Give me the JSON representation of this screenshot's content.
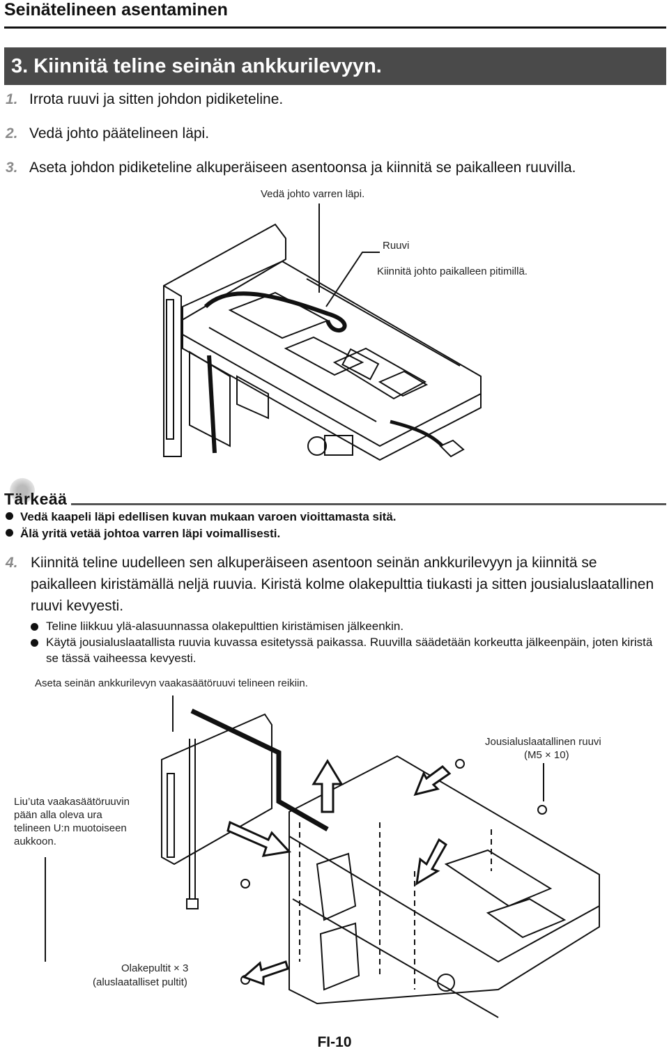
{
  "header": {
    "title": "Seinätelineen asentaminen"
  },
  "step3": {
    "title": "3. Kiinnitä teline seinän ankkurilevyyn.",
    "substeps": [
      {
        "num": "1.",
        "text": "Irrota ruuvi ja sitten johdon pidiketeline."
      },
      {
        "num": "2.",
        "text": "Vedä johto päätelineen läpi."
      },
      {
        "num": "3.",
        "text": "Aseta johdon pidiketeline alkuperäiseen asentoonsa ja kiinnitä se paikalleen ruuvilla."
      }
    ],
    "figure_labels": {
      "cable_through_arm": "Vedä johto varren läpi.",
      "screw": "Ruuvi",
      "fix_cable": "Kiinnitä johto paikalleen pitimillä."
    }
  },
  "important": {
    "heading": "Tärkeää",
    "items": [
      "Vedä kaapeli läpi edellisen kuvan mukaan varoen vioittamasta sitä.",
      "Älä yritä vetää johtoa varren läpi voimallisesti."
    ]
  },
  "step4": {
    "num": "4.",
    "text": "Kiinnitä teline uudelleen sen alkuperäiseen asentoon seinän ankkurilevyyn ja kiinnitä se paikalleen kiristämällä neljä ruuvia. Kiristä kolme olakepulttia tiukasti ja sitten jousialuslaatallinen ruuvi kevyesti.",
    "bullets": [
      "Teline liikkuu ylä-alasuunnassa olakepulttien kiristämisen jälkeenkin.",
      "Käytä jousialuslaatallista ruuvia kuvassa esitetyssä paikassa. Ruuvilla säädetään korkeutta jälkeenpäin, joten kiristä se tässä vaiheessa kevyesti."
    ],
    "figure_labels": {
      "leveling_screw": "Aseta seinän ankkurilevyn vaakasäätöruuvi telineen reikiin.",
      "spring_washer_screw_1": "Jousialuslaatallinen ruuvi",
      "spring_washer_screw_2": "(M5 × 10)",
      "slide_groove": [
        "Liu’uta vaakasäätöruuvin",
        "pään alla oleva ura",
        "telineen U:n muotoiseen",
        "aukkoon."
      ],
      "shoulder_bolts_1": "Olakepultit × 3",
      "shoulder_bolts_2": "(aluslaatalliset pultit)"
    }
  },
  "footer": {
    "page": "FI-10"
  }
}
